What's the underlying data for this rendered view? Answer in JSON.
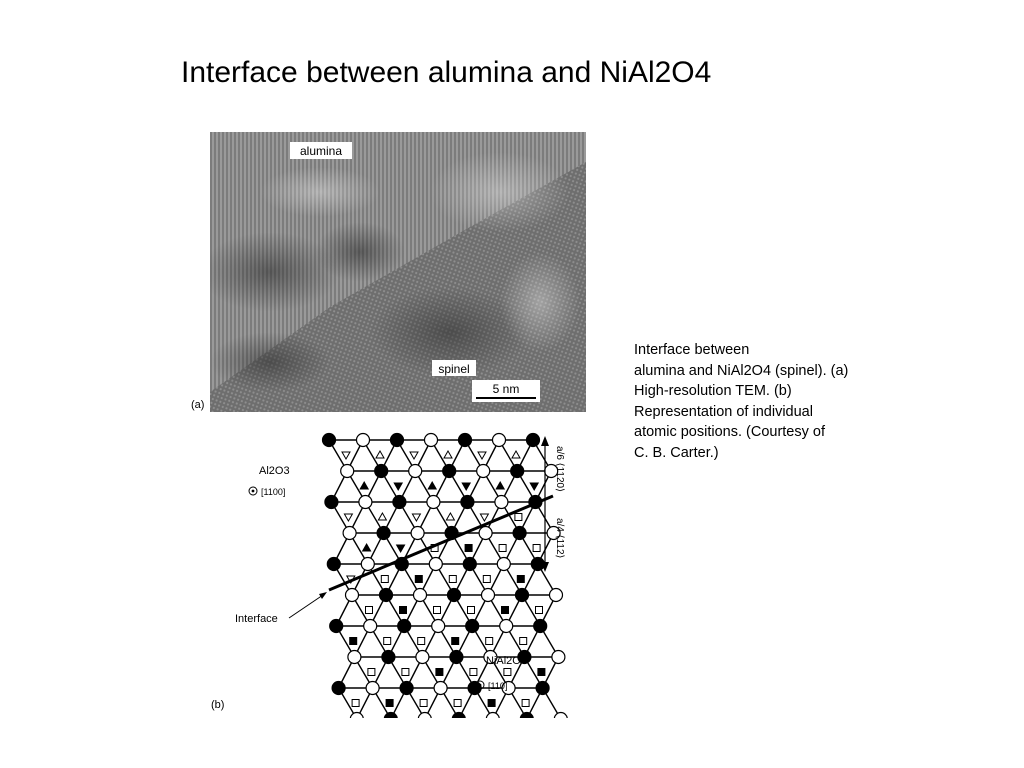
{
  "title": "Interface between alumina and NiAl2O4",
  "caption": {
    "lines": [
      "Interface between",
      "alumina and NiAl2O4 (spinel). (a)",
      "High-resolution TEM. (b)",
      "Representation of individual",
      "atomic positions. (Courtesy of",
      "C. B. Carter.)"
    ]
  },
  "figure_a": {
    "panel_label": "(a)",
    "label_top": "alumina",
    "label_bottom": "spinel",
    "scale_bar": "5 nm"
  },
  "figure_b": {
    "panel_label": "(b)",
    "phase_top": "Al2O3",
    "phase_top_zone": "[1100]",
    "phase_bottom": "NiAl2O4",
    "phase_bottom_zone": "[110]",
    "interface_label": "Interface",
    "side_label_1": "a/6 ⟨1120⟩",
    "side_label_2": "a/4 ⟨112⟩"
  }
}
